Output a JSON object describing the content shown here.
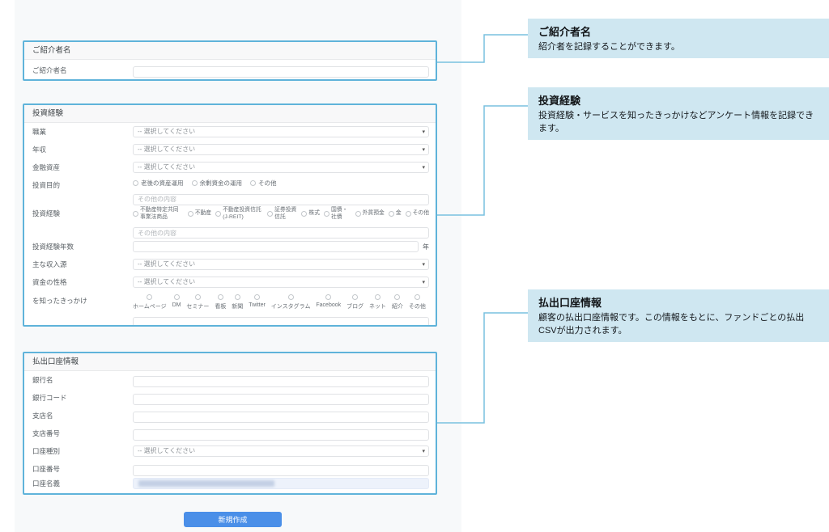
{
  "page": {
    "colors": {
      "accent_border": "#5fb3da",
      "connector": "#79c1df",
      "callout_bg": "#cfe7f1",
      "button_bg": "#4a8fe8",
      "readonly_bg": "#edf2fb"
    }
  },
  "form": {
    "submit_label": "新規作成",
    "sections": [
      {
        "title": "ご紹介者名",
        "rows": [
          {
            "label": "ご紹介者名",
            "type": "text",
            "value": "",
            "placeholder": ""
          }
        ]
      },
      {
        "title": "投資経験",
        "rows": [
          {
            "label": "職業",
            "type": "select",
            "value": "-- 選択してください"
          },
          {
            "label": "年収",
            "type": "select",
            "value": "-- 選択してください"
          },
          {
            "label": "金融資産",
            "type": "select",
            "value": "-- 選択してください"
          },
          {
            "label": "投資目的",
            "type": "radio-extra",
            "options": [
              "老後の資産運用",
              "余剰資金の運用",
              "その他"
            ],
            "extra_placeholder": "その他の内容"
          },
          {
            "label": "投資経験",
            "type": "radio-wrap-extra",
            "options": [
              "不動産特定共同事業法商品",
              "不動産",
              "不動産投資信託 (J-REIT)",
              "証券投資信託",
              "株式",
              "国債・社債",
              "外貨預金",
              "金",
              "その他"
            ],
            "extra_placeholder": "その他の内容"
          },
          {
            "label": "投資経験年数",
            "type": "text-suffix",
            "value": "",
            "suffix": "年"
          },
          {
            "label": "主な収入源",
            "type": "select",
            "value": "-- 選択してください"
          },
          {
            "label": "資金の性格",
            "type": "select",
            "value": "-- 選択してください"
          },
          {
            "label": "を知ったきっかけ",
            "type": "radio-stack-extra",
            "options": [
              "ホームページ",
              "DM",
              "セミナー",
              "看板",
              "新聞",
              "Twitter",
              "インスタグラム",
              "Facebook",
              "ブログ",
              "ネット",
              "紹介",
              "その他"
            ],
            "extra_placeholder": ""
          }
        ]
      },
      {
        "title": "払出口座情報",
        "rows": [
          {
            "label": "銀行名",
            "type": "text",
            "value": "",
            "placeholder": ""
          },
          {
            "label": "銀行コード",
            "type": "text",
            "value": "",
            "placeholder": ""
          },
          {
            "label": "支店名",
            "type": "text",
            "value": "",
            "placeholder": ""
          },
          {
            "label": "支店番号",
            "type": "text",
            "value": "",
            "placeholder": ""
          },
          {
            "label": "口座種別",
            "type": "select",
            "value": "-- 選択してください"
          },
          {
            "label": "口座番号",
            "type": "text",
            "value": "",
            "placeholder": ""
          },
          {
            "label": "口座名義",
            "type": "readonly-redacted",
            "value": ""
          }
        ]
      }
    ]
  },
  "callouts": [
    {
      "title": "ご紹介者名",
      "description": "紹介者を記録することができます。"
    },
    {
      "title": "投資経験",
      "description": "投資経験・サービスを知ったきっかけなどアンケート情報を記録できます。"
    },
    {
      "title": "払出口座情報",
      "description": "顧客の払出口座情報です。この情報をもとに、ファンドごとの払出CSVが出力されます。"
    }
  ]
}
